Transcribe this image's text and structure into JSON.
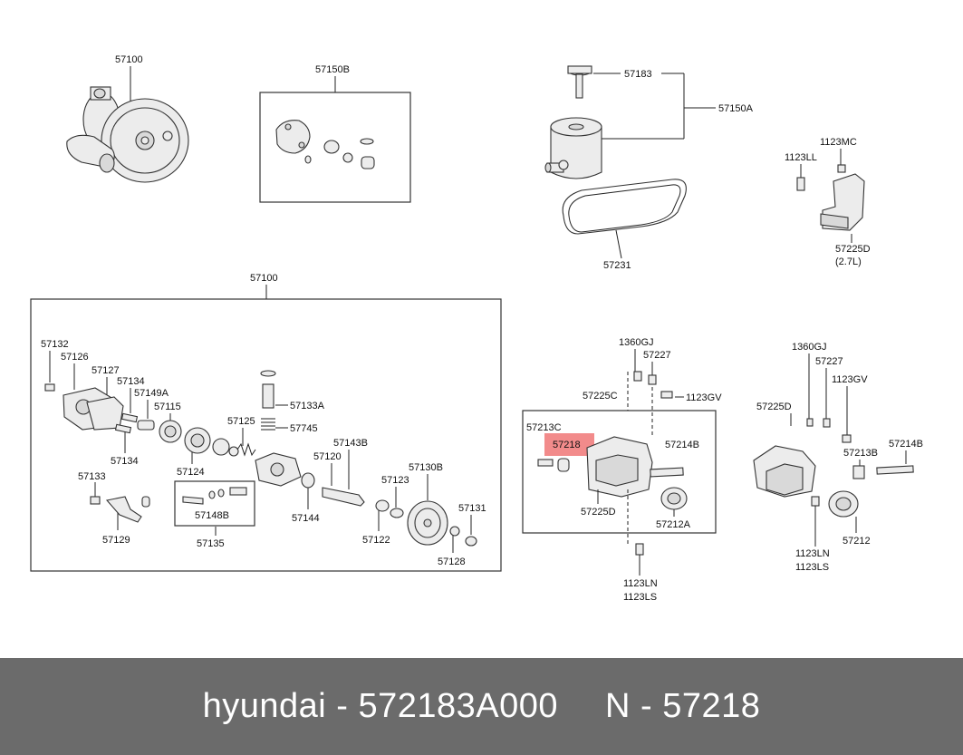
{
  "colors": {
    "highlight": "#f28b8b",
    "footer_bg": "#6b6b6b",
    "footer_text": "#ffffff"
  },
  "labels": {
    "pump_top": "57100",
    "gasket_kit": "57150B",
    "cap": "57183",
    "reservoir_assy": "57150A",
    "belt": "57231",
    "bolt_mc": "1123MC",
    "bolt_ll": "1123LL",
    "bracket_27": "57225D",
    "bracket_27_note": "(2.7L)",
    "pump_main": "57100",
    "p57132": "57132",
    "p57126": "57126",
    "p57127": "57127",
    "p57134a": "57134",
    "p57149a": "57149A",
    "p57115": "57115",
    "p57134b": "57134",
    "p57124": "57124",
    "p57125": "57125",
    "p57133a": "57133A",
    "p57745": "57745",
    "p57143b": "57143B",
    "p57120": "57120",
    "p57133": "57133",
    "p57148b": "57148B",
    "p57135": "57135",
    "p57129": "57129",
    "p57144": "57144",
    "p57123": "57123",
    "p57130b": "57130B",
    "p57131": "57131",
    "p57122": "57122",
    "p57128": "57128",
    "m1360gj": "1360GJ",
    "m57227": "57227",
    "m57225c": "57225C",
    "m1123gv": "1123GV",
    "m57213c": "57213C",
    "m57218": "57218",
    "m57214b": "57214B",
    "m57225d": "57225D",
    "m57212a": "57212A",
    "m1123ln": "1123LN",
    "m1123ls": "1123LS",
    "r1360gj": "1360GJ",
    "r57227": "57227",
    "r1123gv": "1123GV",
    "r57225d": "57225D",
    "r57213b": "57213B",
    "r57214b": "57214B",
    "r1123ln": "1123LN",
    "r1123ls": "1123LS",
    "r57212": "57212"
  },
  "footer": {
    "left": "hyundai - 572183A000",
    "right": "N - 57218"
  }
}
